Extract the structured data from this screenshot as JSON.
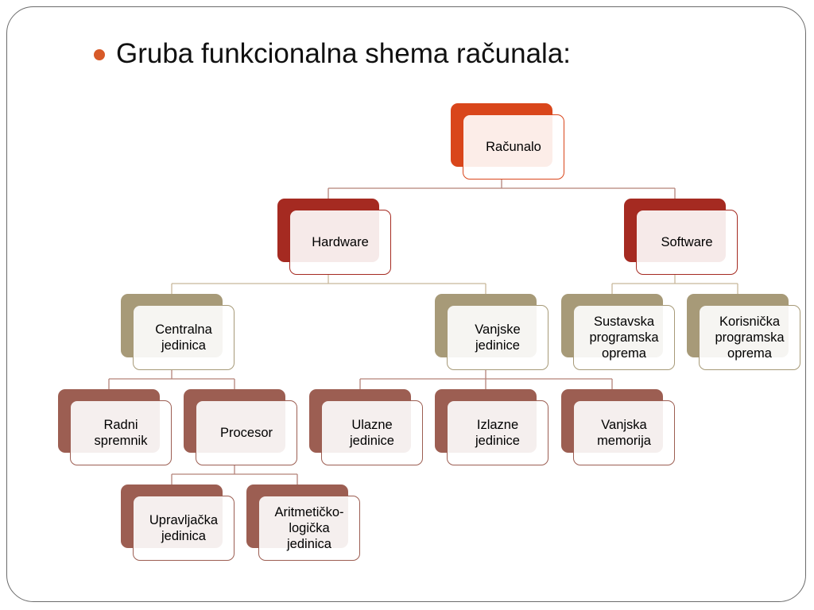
{
  "heading": "Gruba funkcionalna shema računala:",
  "colors": {
    "bullet": "#D75A28",
    "connector": "#B48278",
    "connector_gold": "#C8B89A",
    "level0_back": "#D9461B",
    "level0_border": "#D9461B",
    "level1_back": "#A52A21",
    "level1_border": "#A52A21",
    "level2_back": "#A79A78",
    "level2_border": "#A79A78",
    "level3_back": "#9C5E52",
    "level3_border": "#9C5E52"
  },
  "nodes": {
    "racunalo": "Računalo",
    "hardware": "Hardware",
    "software": "Software",
    "centralna": "Centralna\njedinica",
    "vanjske": "Vanjske\njedinice",
    "sustavska": "Sustavska\nprogramska\noprema",
    "korisnicka": "Korisnička\nprogramska\noprema",
    "radni": "Radni\nspremnik",
    "procesor": "Procesor",
    "ulazne": "Ulazne\njedinice",
    "izlazne": "Izlazne\njedinice",
    "vanjska_mem": "Vanjska\nmemorija",
    "upravljacka": "Upravljačka\njedinica",
    "aritmeticko": "Aritmetičko-\nlogička\njedinica"
  }
}
